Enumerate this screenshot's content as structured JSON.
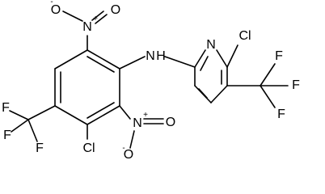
{
  "atoms": {
    "nitro_top_o_minus": "O",
    "nitro_top_minus": "-",
    "nitro_top_n": "N",
    "nitro_top_plus": "+",
    "nitro_top_o": "O",
    "amine_n": "N",
    "amine_h": "H",
    "pyridine_n": "N",
    "cl_pyridine": "Cl",
    "cf3_right_f1": "F",
    "cf3_right_f2": "F",
    "cf3_right_f3": "F",
    "cf3_left_f1": "F",
    "cf3_left_f2": "F",
    "cf3_left_f3": "F",
    "cl_benzene": "Cl",
    "nitro_bottom_n": "N",
    "nitro_bottom_plus": "+",
    "nitro_bottom_o": "O",
    "nitro_bottom_o_minus": "O",
    "nitro_bottom_minus": "-"
  },
  "colors": {
    "bond": "#000000",
    "text": "#000000",
    "background": "#ffffff"
  }
}
